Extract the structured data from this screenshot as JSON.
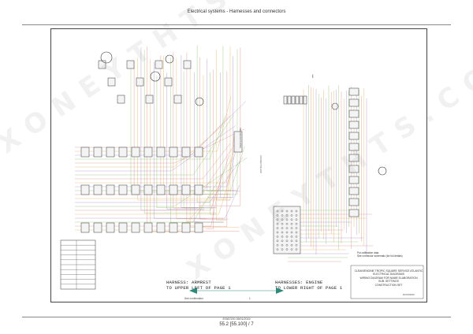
{
  "header": {
    "title": "Electrical systems - Harnesses and connectors"
  },
  "diagram": {
    "harness_labels": [
      {
        "line1": "HARNESS: ARMREST",
        "line2": "TO UPPER LEFT OF PAGE 1"
      },
      {
        "line1": "HARNESSES: ENGINE",
        "line2": "TO LOWER RIGHT OF PAGE 1"
      }
    ],
    "vertical_note_left": "SEE HARNESS WIRE",
    "vertical_note_right": "CONNECTOR AND",
    "top_marker": "I",
    "note": [
      "Put calibration data",
      "See connector schematic (for full details)"
    ],
    "title_block": [
      "CLEAN/ENGINE TROPIC SQUARE SERVICE ATLANTIC",
      "ELECTRICAL DIAGRAMS",
      "WIRING DIAGRAM FOR NAME ELABORATION",
      "SUB: SETTINGS",
      "CONSTRUCTION SET"
    ],
    "ref_code": "RCP00000",
    "nav_left": "See confirmation",
    "nav_right": "1"
  },
  "footer": {
    "doc_id": "87687200 28/01/2015",
    "page": "55.2 [55.100] / 7"
  },
  "watermark": {
    "text": "XONEYTHTS.COM"
  },
  "colors": {
    "wire_green": "#8dbf6a",
    "wire_red": "#d98a8a",
    "wire_orange": "#e0b060",
    "wire_purple": "#a78ac9",
    "ink": "#333333"
  }
}
